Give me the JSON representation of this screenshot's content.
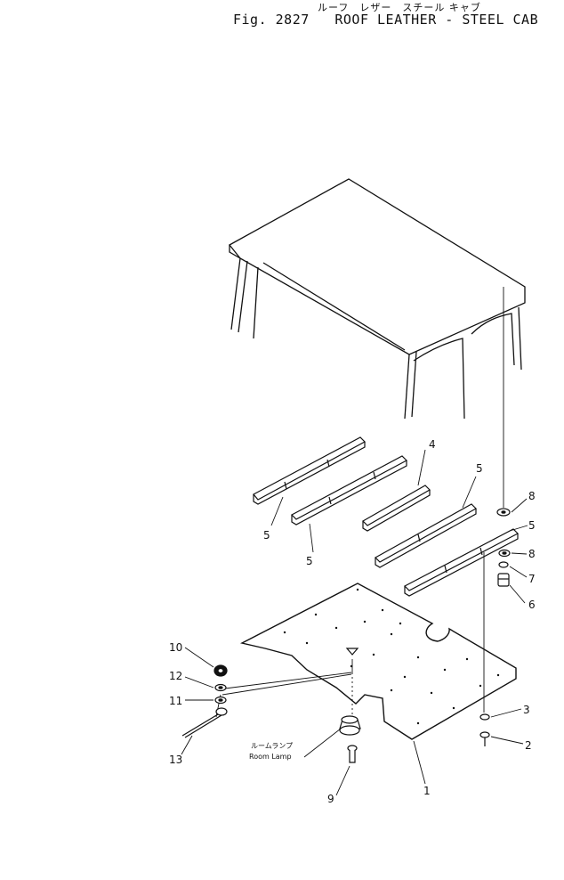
{
  "header": {
    "title_jp": "ルーフ　レザー　スチール キャブ",
    "title_en": "Fig. 2827   ROOF LEATHER - STEEL CAB"
  },
  "callouts": {
    "c1": "1",
    "c2": "2",
    "c3": "3",
    "c4": "4",
    "c5a": "5",
    "c5b": "5",
    "c5c": "5",
    "c5d": "5",
    "c6": "6",
    "c7": "7",
    "c8a": "8",
    "c8b": "8",
    "c9": "9",
    "c10": "10",
    "c11": "11",
    "c12": "12",
    "c13": "13"
  },
  "room_lamp": {
    "label_jp": "ルームランプ",
    "label_en": "Room Lamp"
  }
}
